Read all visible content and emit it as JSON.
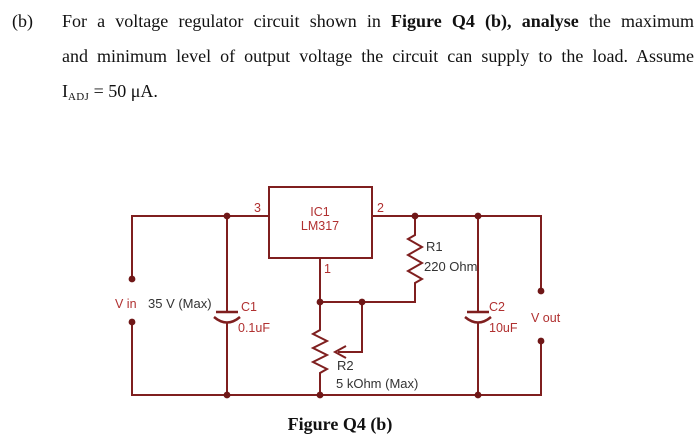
{
  "question": {
    "label": "(b)",
    "line1_pre": "For a voltage regulator circuit shown in ",
    "line1_bold1": "Figure Q4 (b),",
    "line1_mid": " ",
    "line1_bold2": "analyse",
    "line1_post": " the maximum",
    "line2": "and minimum level of output voltage the circuit can supply to the load. Assume",
    "line3_symbol": "I",
    "line3_subscript": "ADJ",
    "line3_rest": " = 50 μA."
  },
  "figure": {
    "caption": "Figure Q4 (b)",
    "ic": {
      "name": "IC1",
      "part": "LM317",
      "pin_input": "3",
      "pin_output": "2",
      "pin_adjust": "1"
    },
    "components": {
      "vin": {
        "label": "V in",
        "value": "35 V (Max)"
      },
      "vout": {
        "label": "V out"
      },
      "c1": {
        "name": "C1",
        "value": "0.1uF"
      },
      "c2": {
        "name": "C2",
        "value": "10uF"
      },
      "r1": {
        "name": "R1",
        "value": "220 Ohm"
      },
      "r2": {
        "name": "R2",
        "value": "5 kOhm (Max)"
      }
    },
    "colors": {
      "wire": "#7f1f1f",
      "junction_dot": "#6f1717",
      "label_red": "#b03030",
      "label_dark": "#333333"
    }
  }
}
